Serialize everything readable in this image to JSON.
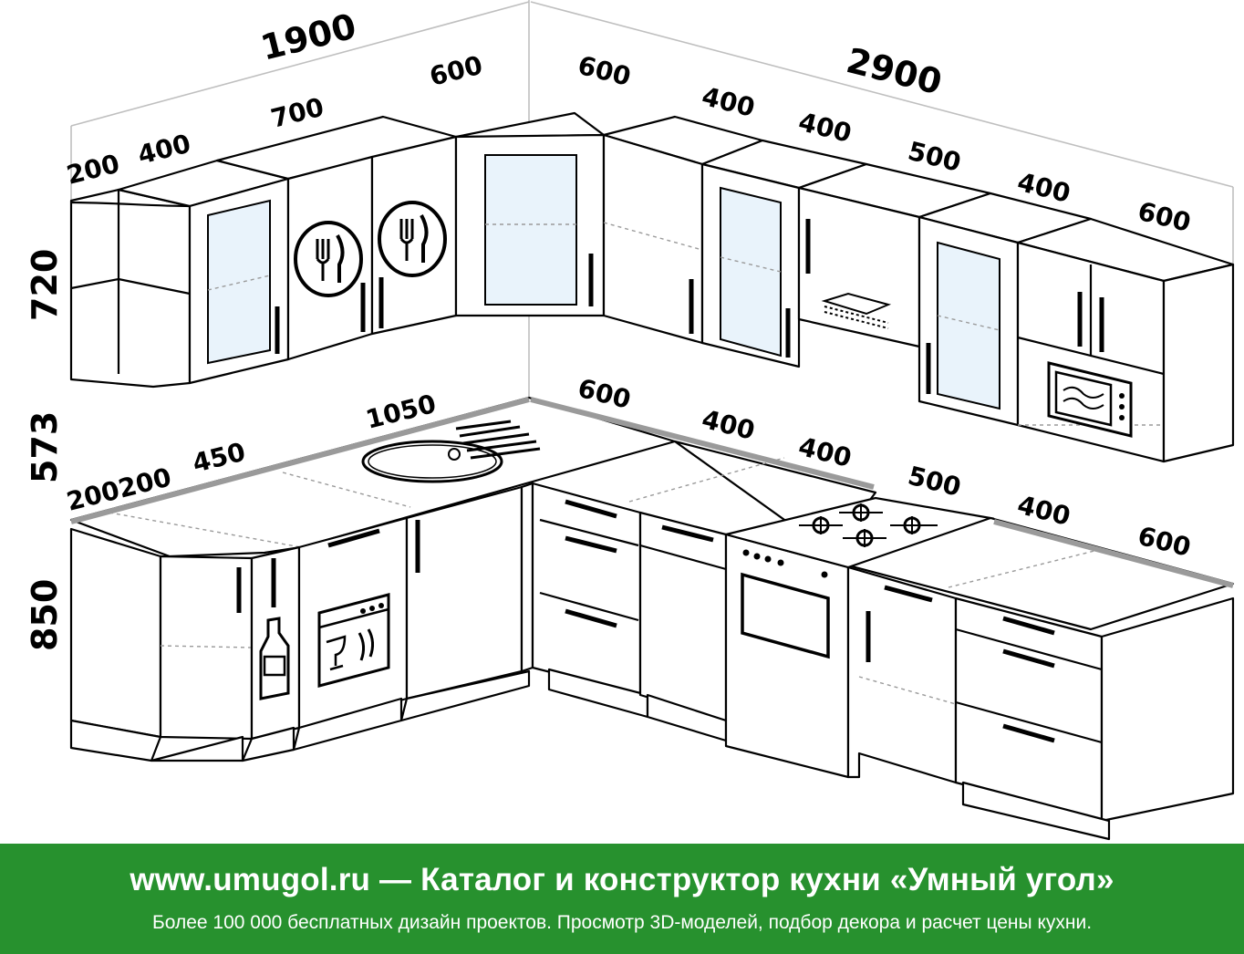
{
  "dimensions": {
    "upper_total_left": "1900",
    "upper_total_right": "2900",
    "upper_left_200": "200",
    "upper_left_400": "400",
    "upper_left_700": "700",
    "upper_left_600": "600",
    "upper_right_600": "600",
    "upper_right_400a": "400",
    "upper_right_400b": "400",
    "upper_right_500": "500",
    "upper_right_400c": "400",
    "upper_right_600b": "600",
    "height_upper": "720",
    "height_gap": "573",
    "height_lower": "850",
    "lower_left_200200": "200200",
    "lower_left_450": "450",
    "lower_left_1050": "1050",
    "lower_right_600": "600",
    "lower_right_400a": "400",
    "lower_right_400b": "400",
    "lower_right_500": "500",
    "lower_right_400c": "400",
    "lower_right_600b": "600"
  },
  "footer": {
    "headline": "www.umugol.ru — Каталог и конструктор кухни «Умный угол»",
    "subline": "Более 100 000 бесплатных дизайн проектов. Просмотр 3D-моделей, подбор декора и расчет цены кухни."
  },
  "colors": {
    "footer_bg": "#27912e",
    "footer_text": "#ffffff",
    "line": "#000000",
    "countertop_edge": "#9a9a9a",
    "glass": "#e9f3fb"
  },
  "icons": [
    "cutlery-icon",
    "cutlery-icon",
    "range-hood-icon",
    "microwave-icon",
    "sink-icon",
    "bottle-icon",
    "dishwasher-icon",
    "gas-hob-icon",
    "oven-icon"
  ]
}
